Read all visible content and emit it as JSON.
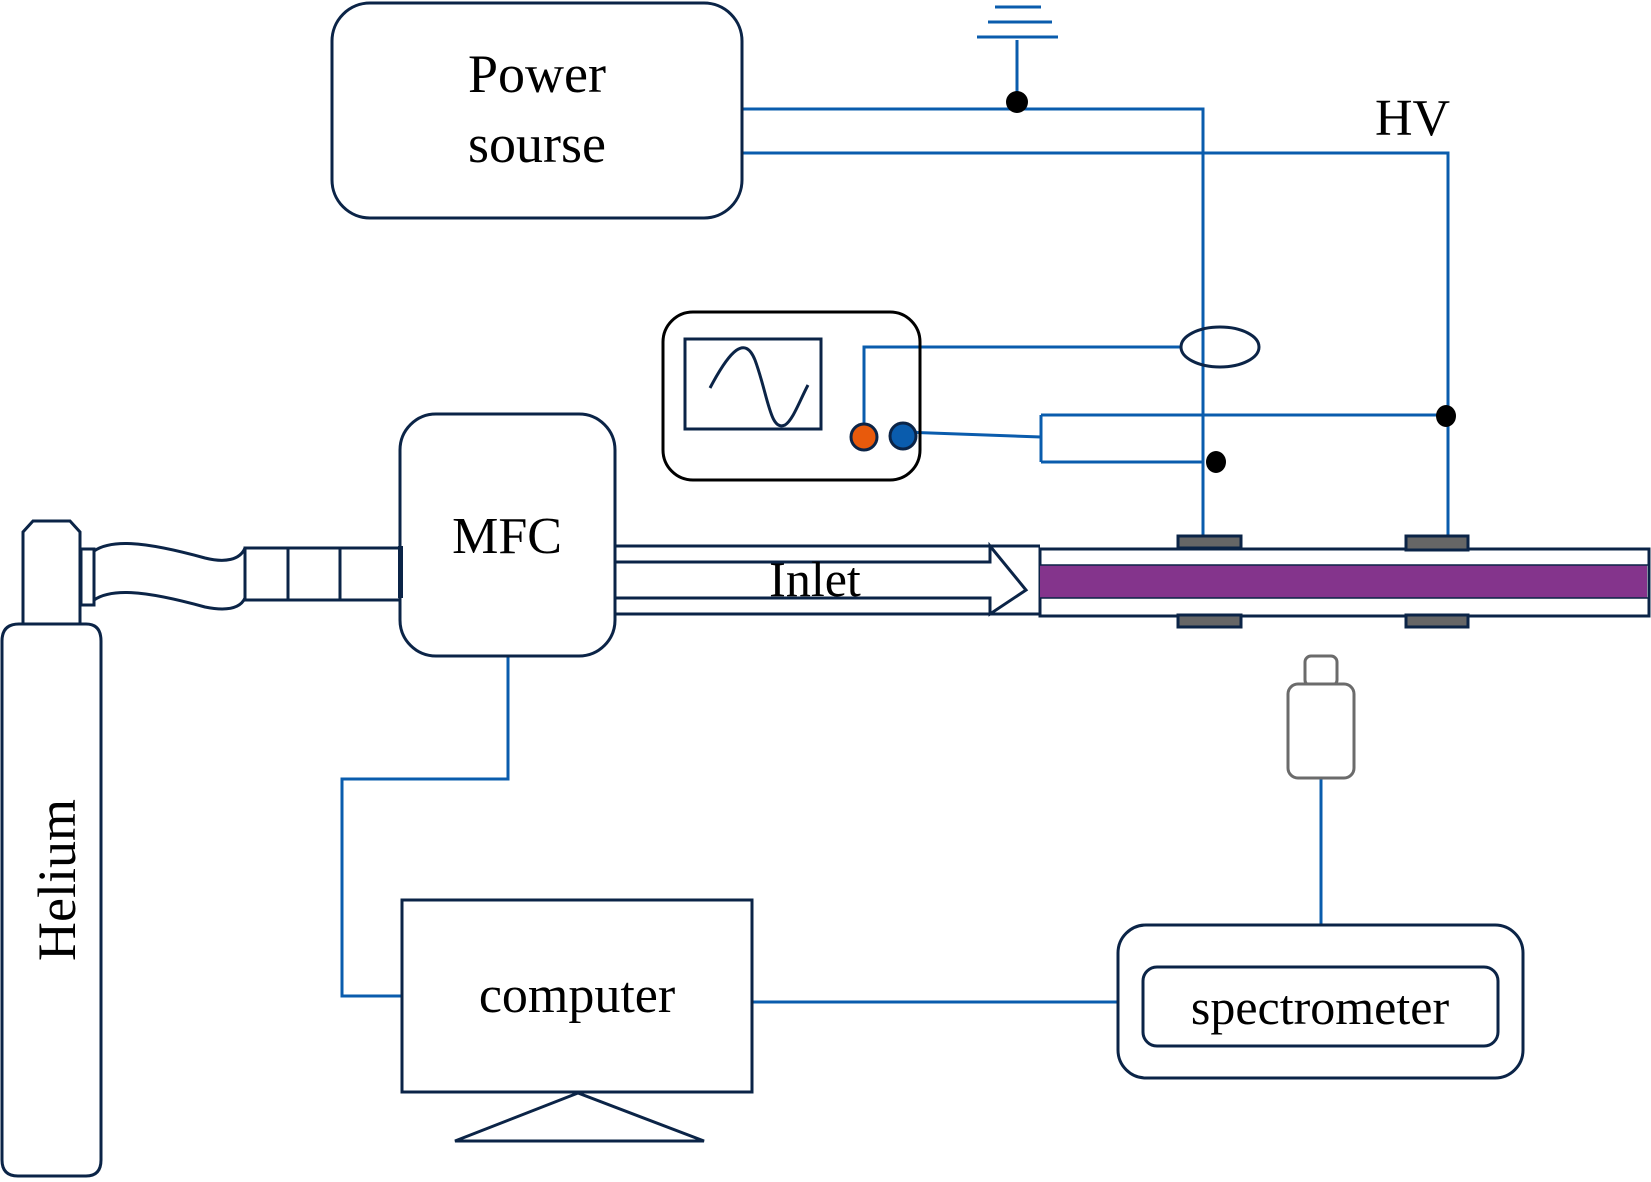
{
  "diagram": {
    "type": "experimental-setup",
    "colors": {
      "outline": "#0b2447",
      "wire": "#0a5cad",
      "plasma": "#84348c",
      "electrode": "#666666",
      "probe_orange": "#e85a0c",
      "probe_blue": "#0a5cad",
      "junction": "#000000",
      "fiber_probe": "#6b6b6b"
    },
    "labels": {
      "power_source_line1": "Power",
      "power_source_line2": "sourse",
      "hv": "HV",
      "mfc": "MFC",
      "inlet": "Inlet",
      "computer": "computer",
      "spectrometer": "spectrometer",
      "helium": "Helium"
    },
    "components": [
      "power-source",
      "ground",
      "oscilloscope",
      "current-probe",
      "helium-cylinder",
      "mfc",
      "inlet-arrow",
      "discharge-tube",
      "electrodes",
      "optical-probe",
      "computer",
      "spectrometer"
    ]
  }
}
